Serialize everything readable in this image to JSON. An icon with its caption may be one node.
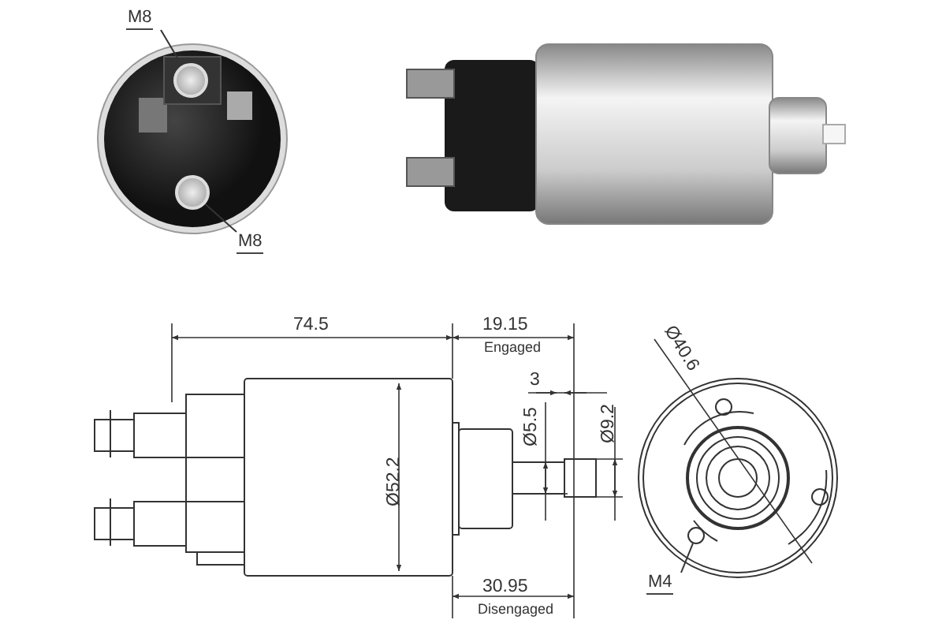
{
  "diagram": {
    "nodes": [
      {
        "text": [
          "M8"
        ]
      },
      {
        "text": [],
        "shape": "picture"
      },
      {
        "text": [
          "M8"
        ]
      },
      {
        "text": [],
        "shape": "picture"
      },
      {
        "text": [
          "M4"
        ]
      },
      {
        "text": [],
        "shape": "circle"
      }
    ],
    "edges": [
      {
        "from": 0,
        "to": 1,
        "arrow": "none"
      },
      {
        "from": 2,
        "to": 3,
        "arrow": "none"
      },
      {
        "from": 4,
        "to": 5,
        "arrow": "none"
      }
    ],
    "labels": [
      "74.5",
      "19.15",
      "Engaged",
      "3",
      "Ø5.5",
      "Ø9.2",
      "Ø52.2",
      "30.95",
      "Disengaged",
      "Ø40.6"
    ]
  }
}
